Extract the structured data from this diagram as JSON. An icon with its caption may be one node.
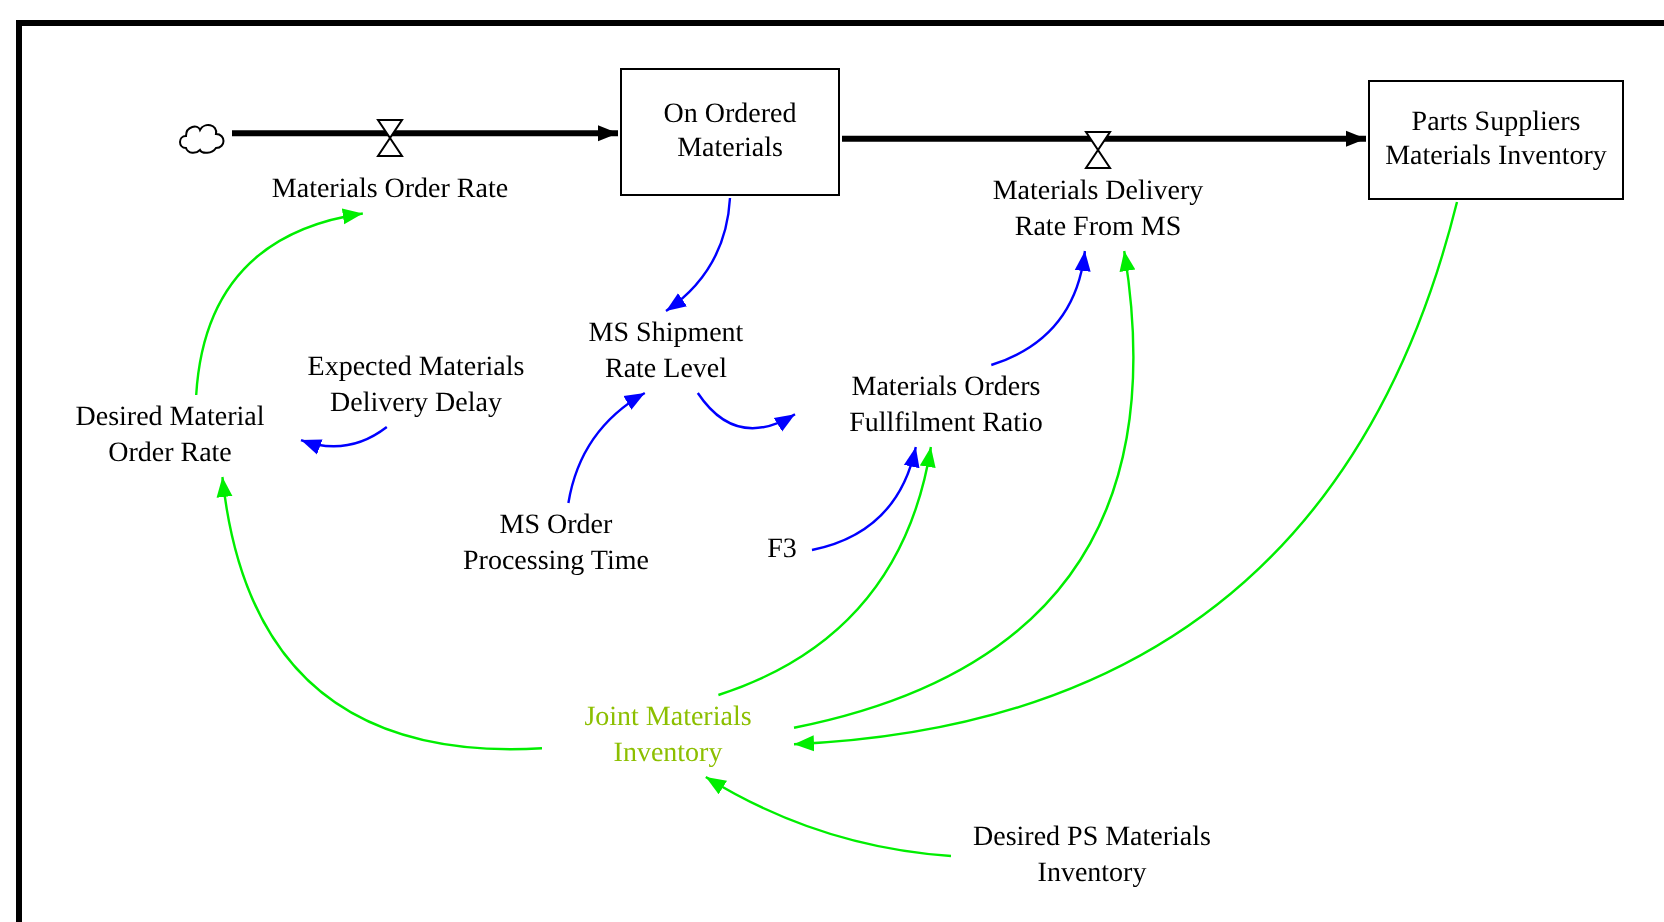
{
  "diagram": {
    "nodes": [
      {
        "text": [],
        "shape": "cloud"
      },
      {
        "text": [
          "Materials Order Rate"
        ]
      },
      {
        "text": [
          "On Ordered Materials"
        ]
      },
      {
        "text": [
          "Parts Suppliers Materials Inventory"
        ]
      },
      {
        "text": [
          "Materials Delivery Rate From MS"
        ]
      },
      {
        "text": [
          "MS Shipment Rate Level"
        ]
      },
      {
        "text": [
          "Expected Materials Delivery Delay"
        ]
      },
      {
        "text": [
          "Desired Material Order Rate"
        ]
      },
      {
        "text": [
          "Materials Orders Fullfilment Ratio"
        ]
      },
      {
        "text": [
          "MS Order Processing Time"
        ]
      },
      {
        "text": [
          "F3"
        ]
      },
      {
        "text": [
          "Joint Materials Inventory"
        ]
      },
      {
        "text": [
          "Desired PS Materials Inventory"
        ]
      }
    ],
    "edges": [
      {
        "from": 0,
        "to": 2,
        "arrow": "to",
        "style": "thick",
        "color": "#000000"
      },
      {
        "from": 2,
        "to": 3,
        "arrow": "to",
        "style": "thick",
        "color": "#000000"
      },
      {
        "from": 2,
        "to": 5,
        "arrow": "to",
        "color": "#0000ff"
      },
      {
        "from": 5,
        "to": 8,
        "arrow": "to",
        "color": "#0000ff"
      },
      {
        "from": 9,
        "to": 5,
        "arrow": "to",
        "color": "#0000ff"
      },
      {
        "from": 6,
        "to": 7,
        "arrow": "to",
        "color": "#0000ff"
      },
      {
        "from": 10,
        "to": 8,
        "arrow": "to",
        "color": "#0000ff"
      },
      {
        "from": 8,
        "to": 4,
        "arrow": "to",
        "color": "#0000ff"
      },
      {
        "from": 7,
        "to": 1,
        "arrow": "to",
        "color": "#00ee00"
      },
      {
        "from": 11,
        "to": 7,
        "arrow": "to",
        "color": "#00ee00"
      },
      {
        "from": 11,
        "to": 8,
        "arrow": "to",
        "color": "#00ee00"
      },
      {
        "from": 11,
        "to": 4,
        "arrow": "to",
        "color": "#00ee00"
      },
      {
        "from": 3,
        "to": 11,
        "arrow": "to",
        "color": "#00ee00"
      },
      {
        "from": 12,
        "to": 11,
        "arrow": "to",
        "color": "#00ee00"
      }
    ]
  }
}
